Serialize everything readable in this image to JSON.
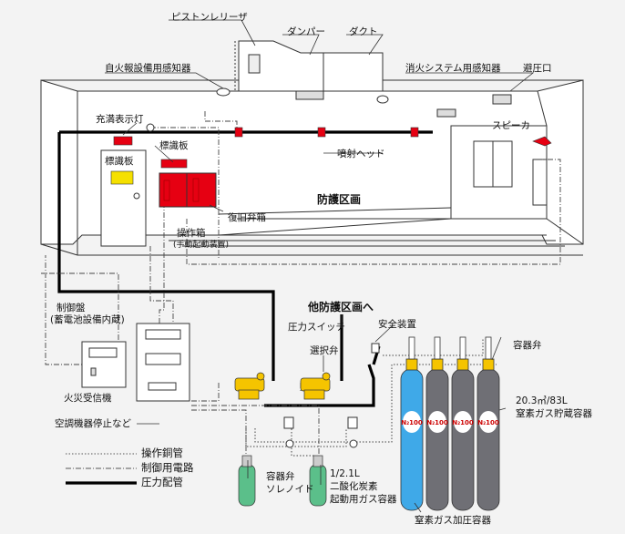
{
  "labels": {
    "piston_releaser": "ピストンレリーザ",
    "damper": "ダンパー",
    "duct": "ダクト",
    "fire_alarm_sensor": "自火報設備用感知器",
    "extinguish_sensor": "消火システム用感知器",
    "vent": "避圧口",
    "full_indicator": "充満表示灯",
    "sign_board": "標識板",
    "sign_board_door": "標識板",
    "speaker": "スピーカ",
    "nozzle": "噴射ヘッド",
    "protected_area": "防護区画",
    "reset_valve_box": "復旧弁箱",
    "operation_box": "操作箱",
    "manual_start": "(手動起動装置)",
    "control_panel": "制御盤",
    "battery": "(蓄電池設備内蔵)",
    "other_area": "他防護区画へ",
    "pressure_switch": "圧力スイッチ",
    "safety_device": "安全装置",
    "selector_valve": "選択弁",
    "container_valve": "容器弁",
    "fire_receiver": "火災受信機",
    "hvac_stop": "空調機器停止など",
    "storage_spec": "20.3㎥/83L",
    "storage_name": "窒素ガス貯蔵容器",
    "cv_solenoid_1": "容器弁",
    "cv_solenoid_2": "ソレノイド",
    "co2_spec": "1/2.1L",
    "co2_name": "二酸化炭素",
    "co2_name2": "起動用ガス容器",
    "pressurizing": "窒素ガス加圧容器",
    "cylinder_text": "N₂100"
  },
  "legend": [
    {
      "label": "操作銅管",
      "style": "dotted"
    },
    {
      "label": "制御用電路",
      "style": "dashdot"
    },
    {
      "label": "圧力配管",
      "style": "thick"
    }
  ],
  "colors": {
    "pipe": "#000000",
    "red_device": "#e60012",
    "blue_cylinder": "#3fa9e8",
    "gray_cylinder": "#6f6f75",
    "green_cylinder": "#5bbf8a",
    "yellow_valve": "#f5c400",
    "room_fill": "#ffffff"
  }
}
